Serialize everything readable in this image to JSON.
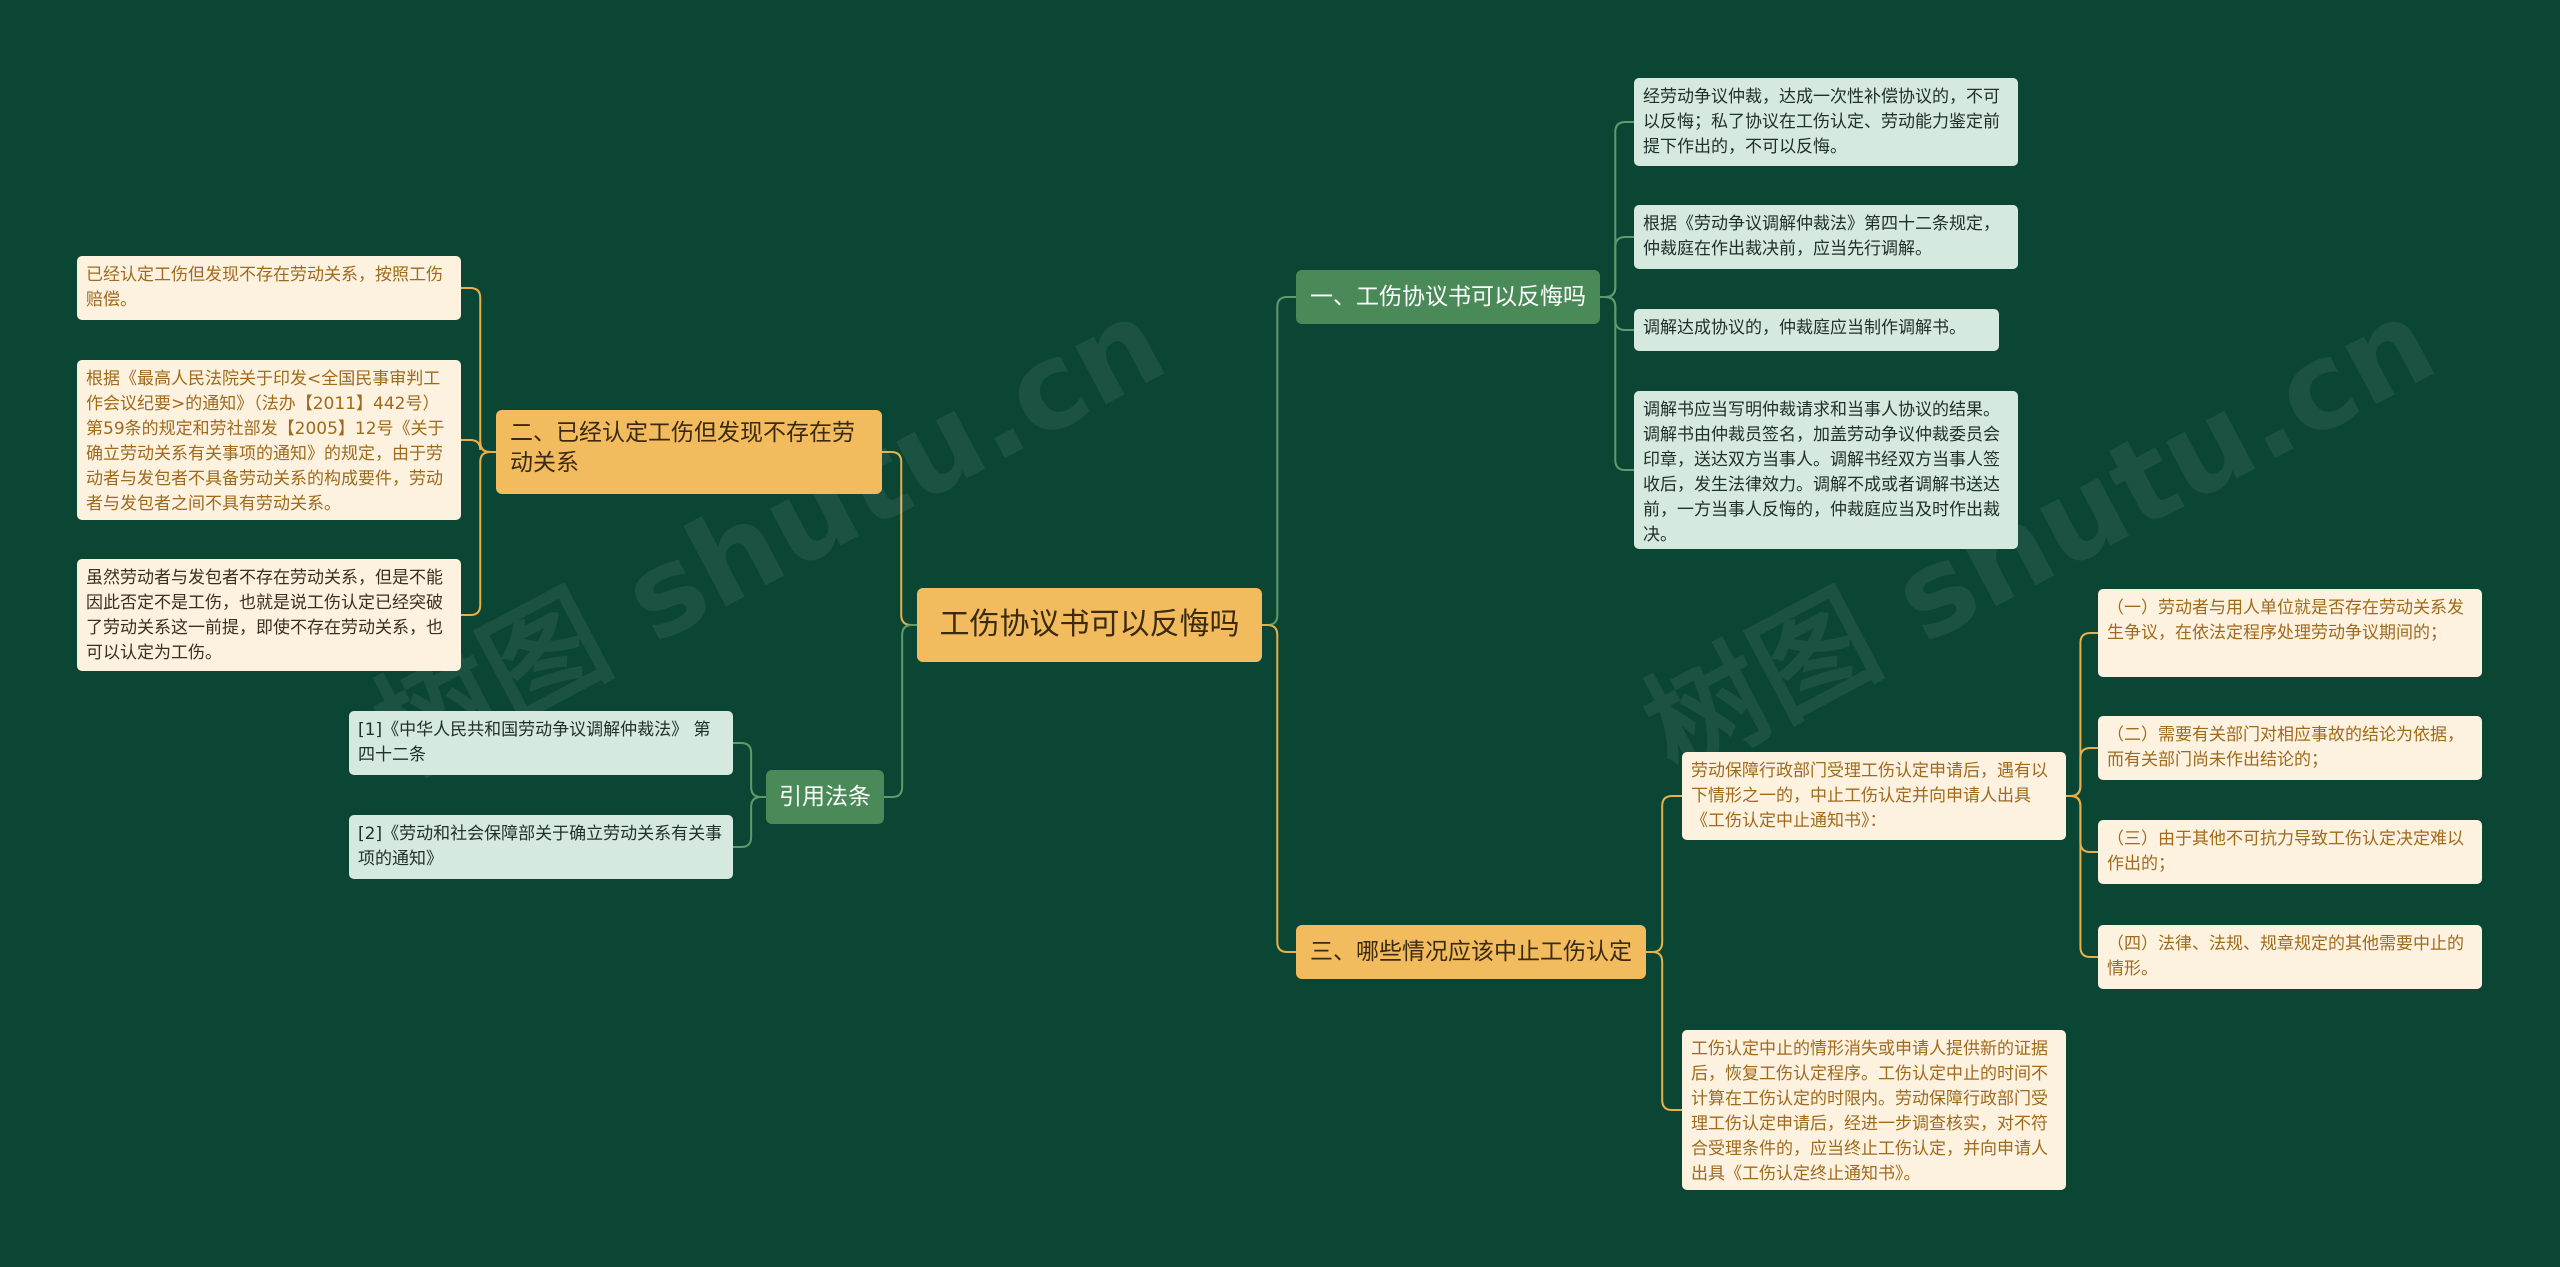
{
  "root": {
    "label": "工伤协议书可以反悔吗"
  },
  "branches": {
    "b1": {
      "label": "一、工伤协议书可以反悔吗",
      "leaves": [
        "经劳动争议仲裁，达成一次性补偿协议的，不可以反悔；私了协议在工伤认定、劳动能力鉴定前提下作出的，不可以反悔。",
        "根据《劳动争议调解仲裁法》第四十二条规定，仲裁庭在作出裁决前，应当先行调解。",
        "调解达成协议的，仲裁庭应当制作调解书。",
        "调解书应当写明仲裁请求和当事人协议的结果。调解书由仲裁员签名，加盖劳动争议仲裁委员会印章，送达双方当事人。调解书经双方当事人签收后，发生法律效力。调解不成或者调解书送达前，一方当事人反悔的，仲裁庭应当及时作出裁决。"
      ]
    },
    "b2": {
      "label": "二、已经认定工伤但发现不存在劳动关系",
      "leaves": [
        "已经认定工伤但发现不存在劳动关系，按照工伤赔偿。",
        "根据《最高人民法院关于印发<全国民事审判工作会议纪要>的通知》（法办【2011】442号）第59条的规定和劳社部发【2005】12号《关于确立劳动关系有关事项的通知》的规定，由于劳动者与发包者不具备劳动关系的构成要件，劳动者与发包者之间不具有劳动关系。",
        "虽然劳动者与发包者不存在劳动关系，但是不能因此否定不是工伤，也就是说工伤认定已经突破了劳动关系这一前提，即使不存在劳动关系，也可以认定为工伤。"
      ]
    },
    "b3": {
      "label": "三、哪些情况应该中止工伤认定",
      "sub1": {
        "text": "劳动保障行政部门受理工伤认定申请后，遇有以下情形之一的，中止工伤认定并向申请人出具《工伤认定中止通知书》：",
        "items": [
          "（一）劳动者与用人单位就是否存在劳动关系发生争议，在依法定程序处理劳动争议期间的；",
          "（二）需要有关部门对相应事故的结论为依据，而有关部门尚未作出结论的；",
          "（三）由于其他不可抗力导致工伤认定决定难以作出的；",
          "（四）法律、法规、规章规定的其他需要中止的情形。"
        ]
      },
      "sub2": {
        "text": "工伤认定中止的情形消失或申请人提供新的证据后，恢复工伤认定程序。工伤认定中止的时间不计算在工伤认定的时限内。劳动保障行政部门受理工伤认定申请后，经进一步调查核实，对不符合受理条件的，应当终止工伤认定，并向申请人出具《工伤认定终止通知书》。"
      }
    },
    "b4": {
      "label": "引用法条",
      "leaves": [
        "[1]《中华人民共和国劳动争议调解仲裁法》 第四十二条",
        "[2]《劳动和社会保障部关于确立劳动关系有关事项的通知》"
      ]
    }
  },
  "watermarks": [
    "树图 shutu.cn",
    "树图 shutu.cn"
  ],
  "colors": {
    "background": "#0b4533",
    "green_link": "#5f9a6c",
    "orange_link": "#e8b04a"
  }
}
